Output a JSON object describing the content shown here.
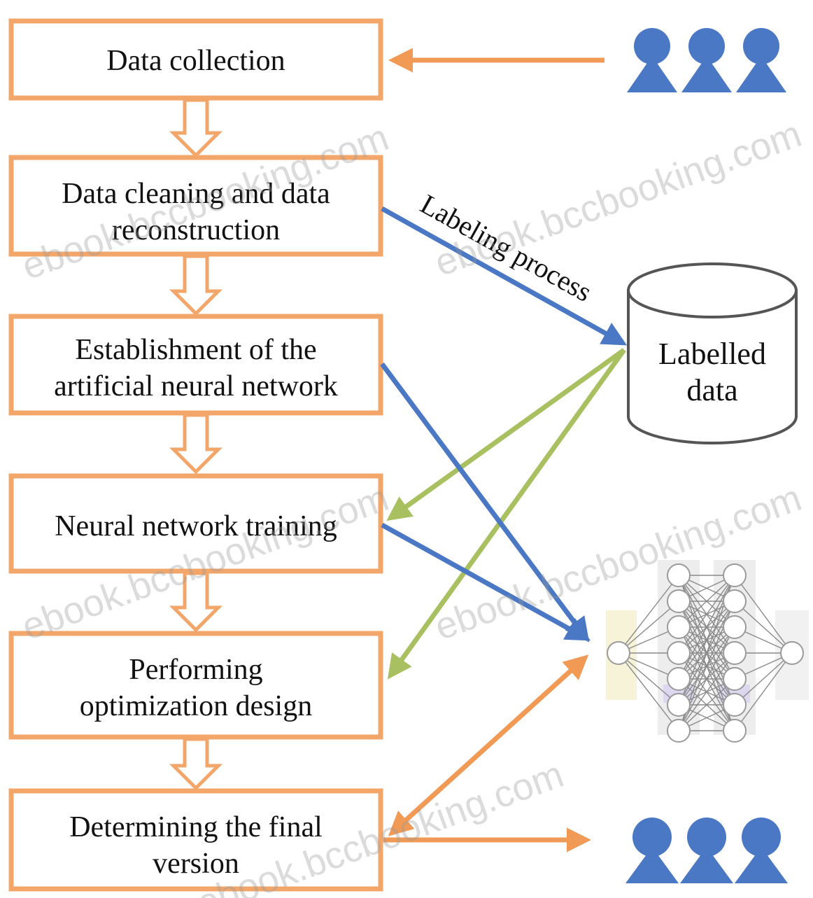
{
  "process_steps": [
    {
      "line1": "Data collection",
      "line2": ""
    },
    {
      "line1": "Data cleaning and data",
      "line2": "reconstruction"
    },
    {
      "line1": "Establishment of the",
      "line2": "artificial neural network"
    },
    {
      "line1": "Neural network training",
      "line2": ""
    },
    {
      "line1": "Performing",
      "line2": "optimization design"
    },
    {
      "line1": "Determining the final",
      "line2": "version"
    }
  ],
  "database": {
    "line1": "Labelled",
    "line2": "data"
  },
  "labeling_label": "Labeling process",
  "watermarks": [
    "ebook.bccbooking.com",
    "ebook.bccbooking.com",
    "ebook.bccbooking.com",
    "ebook.bccbooking.com",
    "ebook.bccbooking.com"
  ],
  "colors": {
    "box_border": "#f2a66a",
    "blue_arrow": "#4a78c4",
    "green_arrow": "#a8c060",
    "orange_arrow": "#f09a55",
    "person": "#4a78c4"
  },
  "icons": [
    "users-group-icon",
    "users-group-icon",
    "database-icon",
    "neural-network-icon"
  ]
}
